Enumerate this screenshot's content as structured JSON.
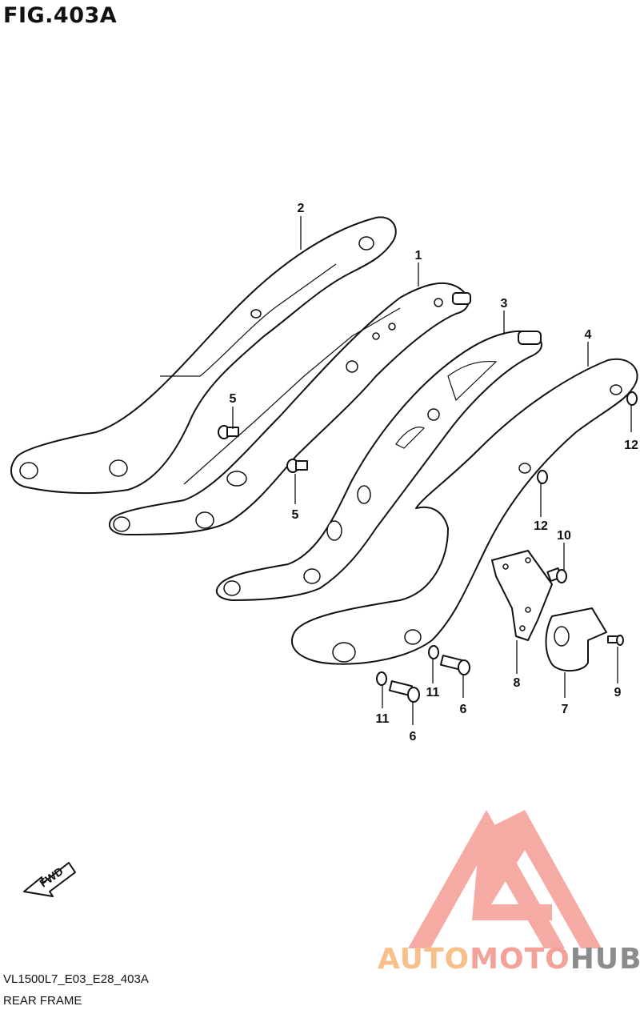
{
  "figure": {
    "title": "FIG.403A",
    "model_code": "VL1500L7_E03_E28_403A",
    "name": "REAR FRAME",
    "fwd_label": "FWD"
  },
  "callouts": {
    "c1": "1",
    "c2": "2",
    "c3": "3",
    "c4": "4",
    "c5a": "5",
    "c5b": "5",
    "c6a": "6",
    "c6b": "6",
    "c7": "7",
    "c8": "8",
    "c9": "9",
    "c10": "10",
    "c11a": "11",
    "c11b": "11",
    "c12a": "12",
    "c12b": "12"
  },
  "watermark": {
    "word_1": "AUTO",
    "word_2": "MOTO",
    "word_3": "HUB",
    "colors": {
      "auto": "#f7c08a",
      "moto": "#f4a19a",
      "hub": "#8c8c8c",
      "triangle": "#f4a19a"
    }
  }
}
